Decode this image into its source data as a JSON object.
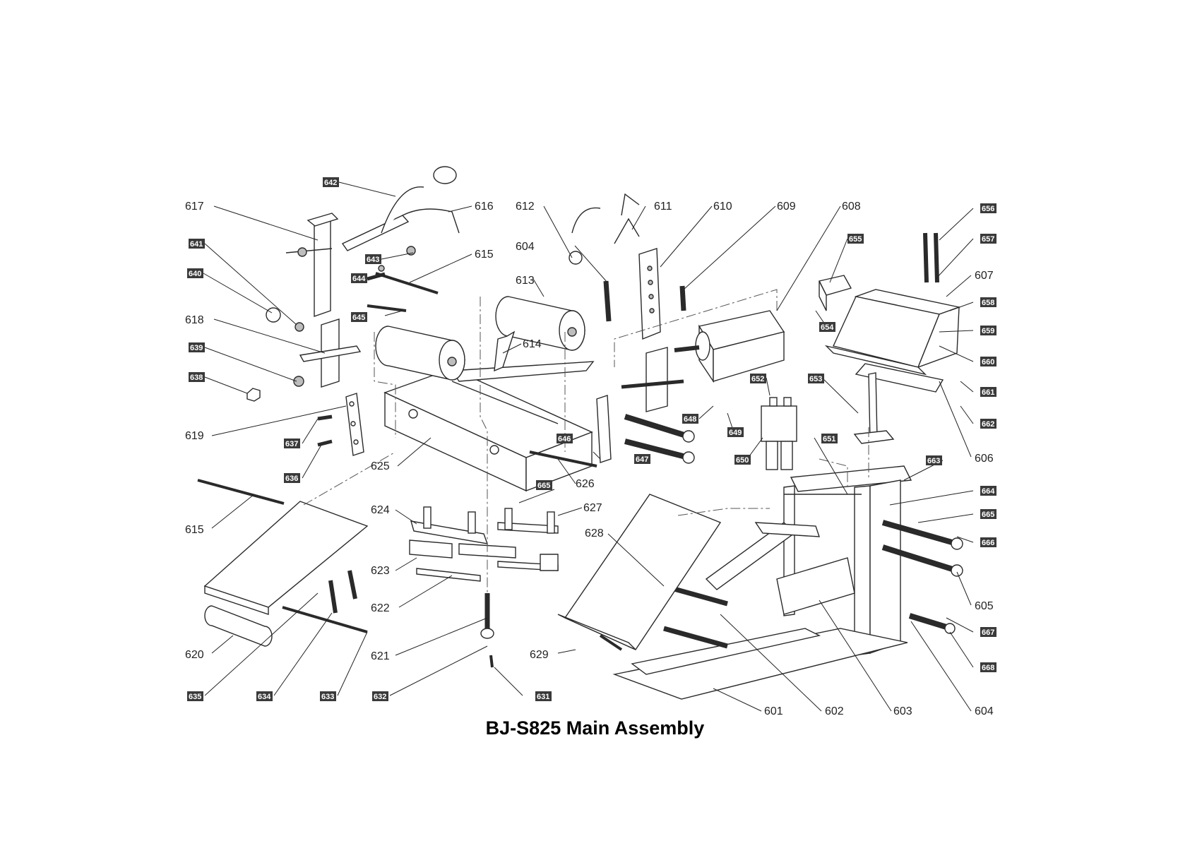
{
  "title": "BJ-S825 Main Assembly",
  "colors": {
    "line": "#2a2a2a",
    "box_label_bg": "#3a3a3a",
    "box_label_text": "#ffffff"
  },
  "labels": [
    {
      "id": "l642",
      "text": "642",
      "style": "box"
    },
    {
      "id": "l617",
      "text": "617",
      "style": "plain"
    },
    {
      "id": "l616",
      "text": "616",
      "style": "plain"
    },
    {
      "id": "l641",
      "text": "641",
      "style": "box"
    },
    {
      "id": "l643",
      "text": "643",
      "style": "box"
    },
    {
      "id": "l640",
      "text": "640",
      "style": "box"
    },
    {
      "id": "l644",
      "text": "644",
      "style": "box"
    },
    {
      "id": "l615a",
      "text": "615",
      "style": "plain"
    },
    {
      "id": "l645",
      "text": "645",
      "style": "box"
    },
    {
      "id": "l618",
      "text": "618",
      "style": "plain"
    },
    {
      "id": "l639",
      "text": "639",
      "style": "box"
    },
    {
      "id": "l638",
      "text": "638",
      "style": "box"
    },
    {
      "id": "l619",
      "text": "619",
      "style": "plain"
    },
    {
      "id": "l637",
      "text": "637",
      "style": "box"
    },
    {
      "id": "l636",
      "text": "636",
      "style": "box"
    },
    {
      "id": "l615b",
      "text": "615",
      "style": "plain"
    },
    {
      "id": "l620",
      "text": "620",
      "style": "plain"
    },
    {
      "id": "l635",
      "text": "635",
      "style": "box"
    },
    {
      "id": "l634",
      "text": "634",
      "style": "box"
    },
    {
      "id": "l633",
      "text": "633",
      "style": "box"
    },
    {
      "id": "l632",
      "text": "632",
      "style": "box"
    },
    {
      "id": "l631",
      "text": "631",
      "style": "box"
    },
    {
      "id": "l621",
      "text": "621",
      "style": "plain"
    },
    {
      "id": "l622",
      "text": "622",
      "style": "plain"
    },
    {
      "id": "l623",
      "text": "623",
      "style": "plain"
    },
    {
      "id": "l624",
      "text": "624",
      "style": "plain"
    },
    {
      "id": "l625",
      "text": "625",
      "style": "plain"
    },
    {
      "id": "l626",
      "text": "626",
      "style": "plain"
    },
    {
      "id": "l627",
      "text": "627",
      "style": "plain"
    },
    {
      "id": "l628",
      "text": "628",
      "style": "plain"
    },
    {
      "id": "l629",
      "text": "629",
      "style": "plain"
    },
    {
      "id": "l665",
      "text": "665",
      "style": "box"
    },
    {
      "id": "l646",
      "text": "646",
      "style": "box"
    },
    {
      "id": "l647",
      "text": "647",
      "style": "box"
    },
    {
      "id": "l612",
      "text": "612",
      "style": "plain"
    },
    {
      "id": "l611",
      "text": "611",
      "style": "plain"
    },
    {
      "id": "l610",
      "text": "610",
      "style": "plain"
    },
    {
      "id": "l609",
      "text": "609",
      "style": "plain"
    },
    {
      "id": "l608",
      "text": "608",
      "style": "plain"
    },
    {
      "id": "l604a",
      "text": "604",
      "style": "plain"
    },
    {
      "id": "l613",
      "text": "613",
      "style": "plain"
    },
    {
      "id": "l614",
      "text": "614",
      "style": "plain"
    },
    {
      "id": "l648",
      "text": "648",
      "style": "box"
    },
    {
      "id": "l649",
      "text": "649",
      "style": "box"
    },
    {
      "id": "l650",
      "text": "650",
      "style": "box"
    },
    {
      "id": "l651",
      "text": "651",
      "style": "box"
    },
    {
      "id": "l652",
      "text": "652",
      "style": "box"
    },
    {
      "id": "l653",
      "text": "653",
      "style": "box"
    },
    {
      "id": "l654",
      "text": "654",
      "style": "box"
    },
    {
      "id": "l655",
      "text": "655",
      "style": "box"
    },
    {
      "id": "l656",
      "text": "656",
      "style": "box"
    },
    {
      "id": "l657",
      "text": "657",
      "style": "box"
    },
    {
      "id": "l607",
      "text": "607",
      "style": "plain"
    },
    {
      "id": "l658",
      "text": "658",
      "style": "box"
    },
    {
      "id": "l659",
      "text": "659",
      "style": "box"
    },
    {
      "id": "l660",
      "text": "660",
      "style": "box"
    },
    {
      "id": "l661",
      "text": "661",
      "style": "box"
    },
    {
      "id": "l662",
      "text": "662",
      "style": "box"
    },
    {
      "id": "l606",
      "text": "606",
      "style": "plain"
    },
    {
      "id": "l663",
      "text": "663",
      "style": "box"
    },
    {
      "id": "l664",
      "text": "664",
      "style": "box"
    },
    {
      "id": "l665b",
      "text": "665",
      "style": "box"
    },
    {
      "id": "l666",
      "text": "666",
      "style": "box"
    },
    {
      "id": "l605",
      "text": "605",
      "style": "plain"
    },
    {
      "id": "l667",
      "text": "667",
      "style": "box"
    },
    {
      "id": "l668",
      "text": "668",
      "style": "box"
    },
    {
      "id": "l604b",
      "text": "604",
      "style": "plain"
    },
    {
      "id": "l603",
      "text": "603",
      "style": "plain"
    },
    {
      "id": "l602",
      "text": "602",
      "style": "plain"
    },
    {
      "id": "l601",
      "text": "601",
      "style": "plain"
    }
  ]
}
